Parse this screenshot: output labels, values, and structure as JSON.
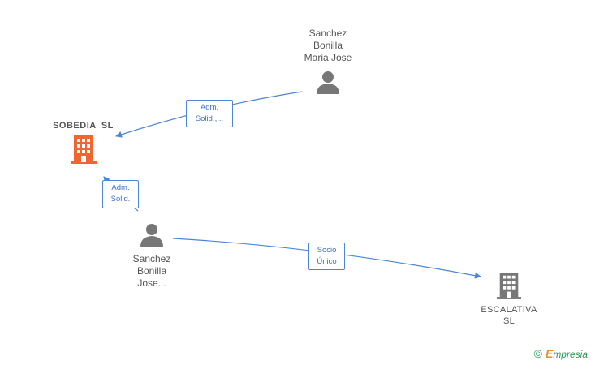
{
  "nodes": {
    "sobedia": {
      "name": "SOBEDIA  SL",
      "icon": "building-icon",
      "color": "#f26430"
    },
    "sanchez_maria": {
      "name": "Sanchez\nBonilla\nMaria Jose",
      "icon": "person-icon",
      "color": "#777777"
    },
    "sanchez_jose": {
      "name": "Sanchez\nBonilla\nJose...",
      "icon": "person-icon",
      "color": "#777777"
    },
    "escalativa": {
      "name": "ESCALATIVA\nSL",
      "icon": "building-icon",
      "color": "#777777"
    }
  },
  "edges": {
    "maria_to_sobedia": "Adm.\nSolid.,...",
    "jose_to_sobedia": "Adm.\nSolid.",
    "jose_to_escalativa": "Socio\nÚnico"
  },
  "footer": {
    "copyright": "©",
    "brand_initial": "E",
    "brand_rest": "mpresia"
  },
  "colors": {
    "edge": "#4a86d4"
  }
}
